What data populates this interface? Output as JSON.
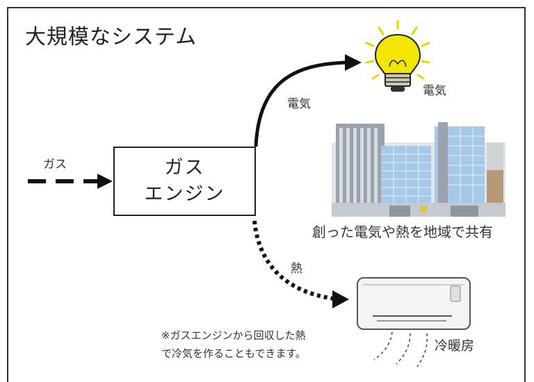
{
  "title": "大規模なシステム",
  "gas_label": "ガス",
  "engine": {
    "line1": "ガス",
    "line2": "エンジン"
  },
  "electricity_arrow_label": "電気",
  "electricity_bulb_label": "電気",
  "heat_label": "熱",
  "city_caption": "創った電気や熱を地域で共有",
  "note": {
    "line1": "※ガスエンジンから回収した熱",
    "line2": "で冷気を作ることもできます。"
  },
  "ac_label": "冷暖房",
  "icons": {
    "bulb": "lightbulb-icon",
    "buildings": "city-buildings-icon",
    "ac": "air-conditioner-icon"
  },
  "colors": {
    "line": "#111111",
    "bulb": "#f2e600",
    "building_blue": "#a8c8e8",
    "building_gray": "#9aa3ad",
    "brown": "#b59a7a"
  }
}
